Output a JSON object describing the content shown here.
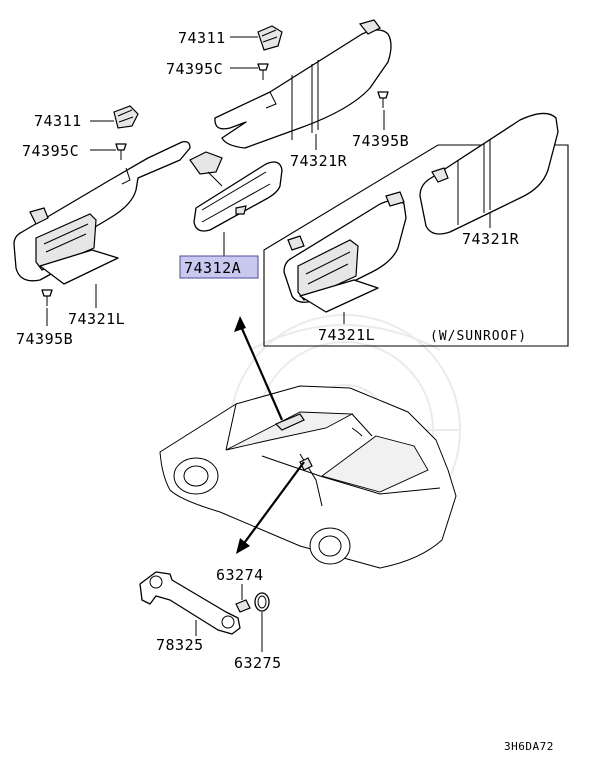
{
  "diagram": {
    "labels": {
      "p74311_top": "74311",
      "p74395C_top": "74395C",
      "p74395B_top": "74395B",
      "p74321R_top": "74321R",
      "p74311_left": "74311",
      "p74395C_left": "74395C",
      "p74312A": "74312A",
      "p74321R_sunroof": "74321R",
      "p74321L_left": "74321L",
      "p74395B_left": "74395B",
      "p74321L_sunroof": "74321L",
      "sunroof_note": "(W/SUNROOF)",
      "p63274": "63274",
      "p78325": "78325",
      "p63275": "63275",
      "diagram_code": "3H6DA72"
    },
    "highlighted_part": "74312A",
    "highlight_color": "#c9c9f0"
  }
}
